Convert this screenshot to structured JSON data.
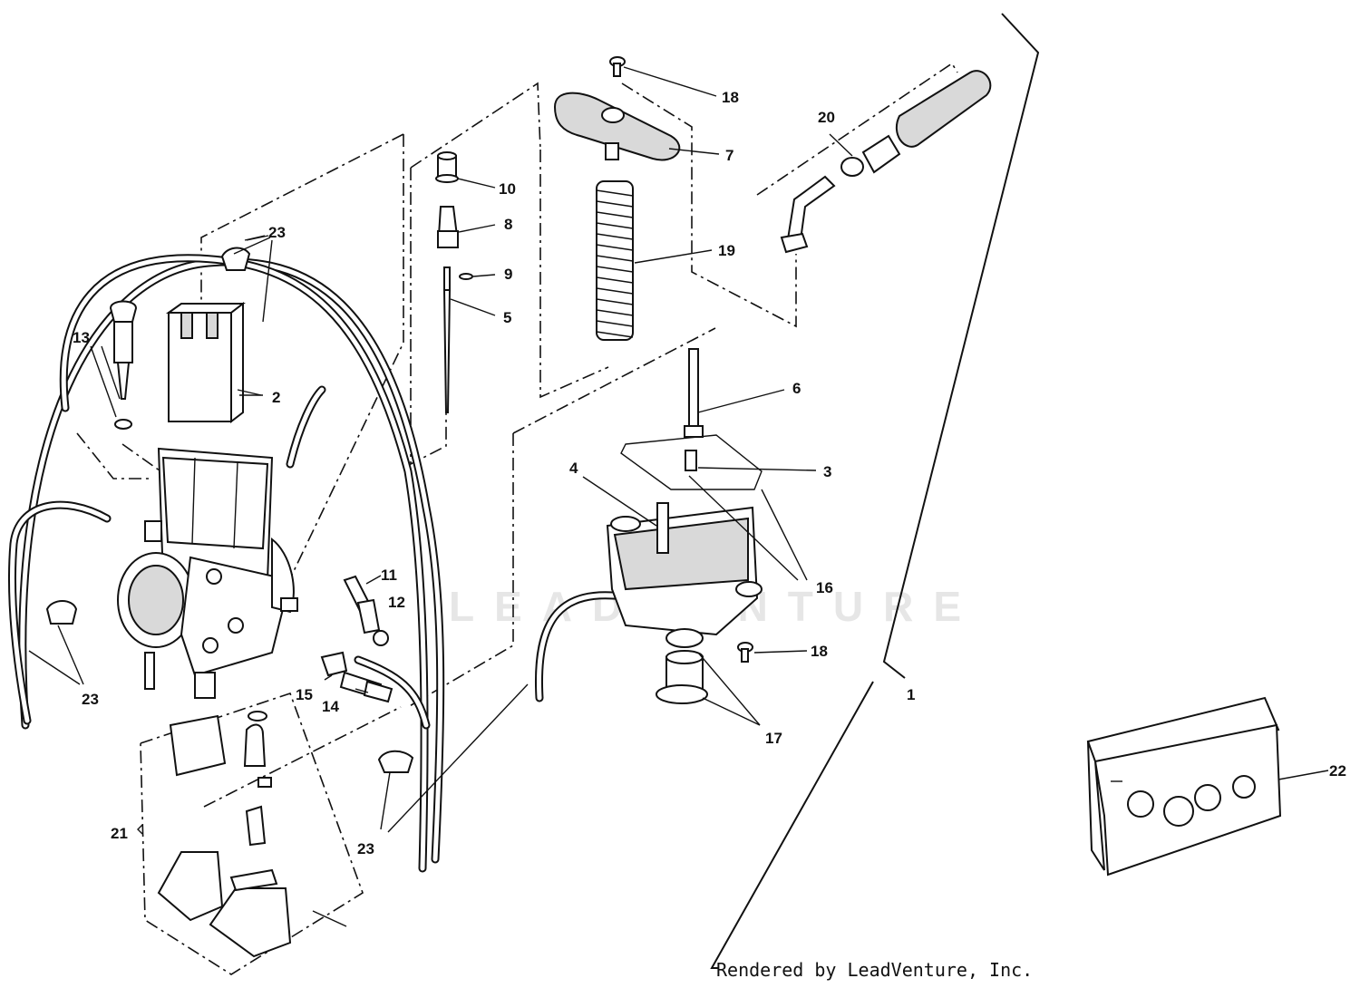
{
  "watermark": "LEADVENTURE",
  "credit": "Rendered by LeadVenture, Inc.",
  "callouts": {
    "c1": "1",
    "c2": "2",
    "c3": "3",
    "c4": "4",
    "c5": "5",
    "c6": "6",
    "c7": "7",
    "c8": "8",
    "c9": "9",
    "c10": "10",
    "c11": "11",
    "c12": "12",
    "c13": "13",
    "c14": "14",
    "c15": "15",
    "c16": "16",
    "c17": "17",
    "c18a": "18",
    "c18b": "18",
    "c19": "19",
    "c20": "20",
    "c21": "21",
    "c22": "22",
    "c23a": "23",
    "c23b": "23",
    "c23c": "23"
  }
}
